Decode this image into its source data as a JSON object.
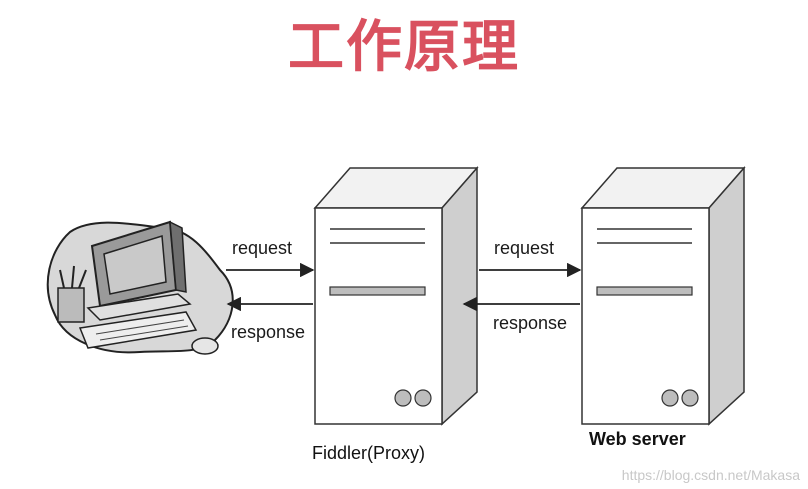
{
  "title": "工作原理",
  "arrows": {
    "left_request": "request",
    "left_response": "response",
    "right_request": "request",
    "right_response": "response"
  },
  "nodes": {
    "proxy_caption": "Fiddler(Proxy)",
    "server_caption": "Web server"
  },
  "watermark": "https://blog.csdn.net/Makasa"
}
